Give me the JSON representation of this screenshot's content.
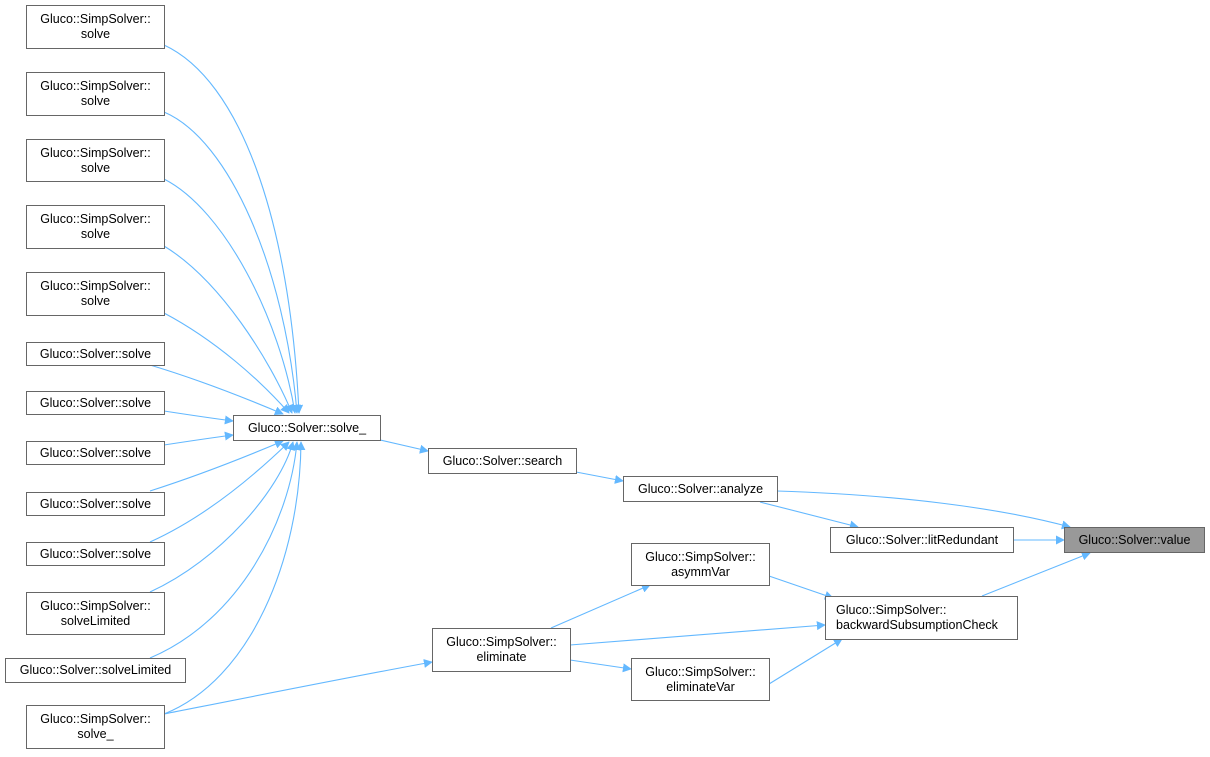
{
  "graph": {
    "edge_color": "#63b8ff",
    "focus_fill": "#999999",
    "nodes": {
      "n1": [
        "Gluco::SimpSolver::",
        "solve"
      ],
      "n2": [
        "Gluco::SimpSolver::",
        "solve"
      ],
      "n3": [
        "Gluco::SimpSolver::",
        "solve"
      ],
      "n4": [
        "Gluco::SimpSolver::",
        "solve"
      ],
      "n5": [
        "Gluco::SimpSolver::",
        "solve"
      ],
      "n6": [
        "Gluco::Solver::solve"
      ],
      "n7": [
        "Gluco::Solver::solve"
      ],
      "n8": [
        "Gluco::Solver::solve"
      ],
      "n9": [
        "Gluco::Solver::solve"
      ],
      "n10": [
        "Gluco::Solver::solve"
      ],
      "n11": [
        "Gluco::SimpSolver::",
        "solveLimited"
      ],
      "n12": [
        "Gluco::Solver::solveLimited"
      ],
      "n13": [
        "Gluco::SimpSolver::",
        "solve_"
      ],
      "solve_": [
        "Gluco::Solver::solve_"
      ],
      "search": [
        "Gluco::Solver::search"
      ],
      "analyze": [
        "Gluco::Solver::analyze"
      ],
      "litRedundant": [
        "Gluco::Solver::litRedundant"
      ],
      "value": [
        "Gluco::Solver::value"
      ],
      "asymmVar": [
        "Gluco::SimpSolver::",
        "asymmVar"
      ],
      "backward": [
        "Gluco::SimpSolver::",
        "backwardSubsumptionCheck"
      ],
      "eliminate": [
        "Gluco::SimpSolver::",
        "eliminate"
      ],
      "eliminateVar": [
        "Gluco::SimpSolver::",
        "eliminateVar"
      ]
    }
  }
}
